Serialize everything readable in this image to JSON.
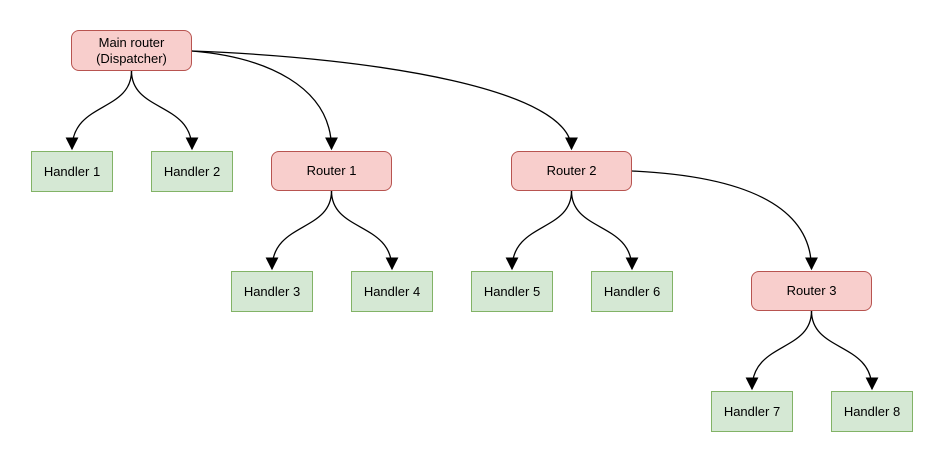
{
  "diagram": {
    "background": "#ffffff",
    "colors": {
      "router_fill": "#f8cecc",
      "router_stroke": "#b85450",
      "handler_fill": "#d5e8d4",
      "handler_stroke": "#82b366",
      "edge": "#000000",
      "text": "#000000"
    },
    "nodes": [
      {
        "id": "main-router",
        "type": "router",
        "lines": [
          "Main router",
          "(Dispatcher)"
        ]
      },
      {
        "id": "handler-1",
        "type": "handler",
        "label": "Handler 1"
      },
      {
        "id": "handler-2",
        "type": "handler",
        "label": "Handler 2"
      },
      {
        "id": "router-1",
        "type": "router",
        "label": "Router 1"
      },
      {
        "id": "handler-3",
        "type": "handler",
        "label": "Handler 3"
      },
      {
        "id": "handler-4",
        "type": "handler",
        "label": "Handler 4"
      },
      {
        "id": "router-2",
        "type": "router",
        "label": "Router 2"
      },
      {
        "id": "handler-5",
        "type": "handler",
        "label": "Handler 5"
      },
      {
        "id": "handler-6",
        "type": "handler",
        "label": "Handler 6"
      },
      {
        "id": "router-3",
        "type": "router",
        "label": "Router 3"
      },
      {
        "id": "handler-7",
        "type": "handler",
        "label": "Handler 7"
      },
      {
        "id": "handler-8",
        "type": "handler",
        "label": "Handler 8"
      }
    ],
    "edges": [
      {
        "from": "main-router",
        "to": "handler-1"
      },
      {
        "from": "main-router",
        "to": "handler-2"
      },
      {
        "from": "main-router",
        "to": "router-1"
      },
      {
        "from": "main-router",
        "to": "router-2"
      },
      {
        "from": "router-1",
        "to": "handler-3"
      },
      {
        "from": "router-1",
        "to": "handler-4"
      },
      {
        "from": "router-2",
        "to": "handler-5"
      },
      {
        "from": "router-2",
        "to": "handler-6"
      },
      {
        "from": "router-2",
        "to": "router-3"
      },
      {
        "from": "router-3",
        "to": "handler-7"
      },
      {
        "from": "router-3",
        "to": "handler-8"
      }
    ]
  }
}
